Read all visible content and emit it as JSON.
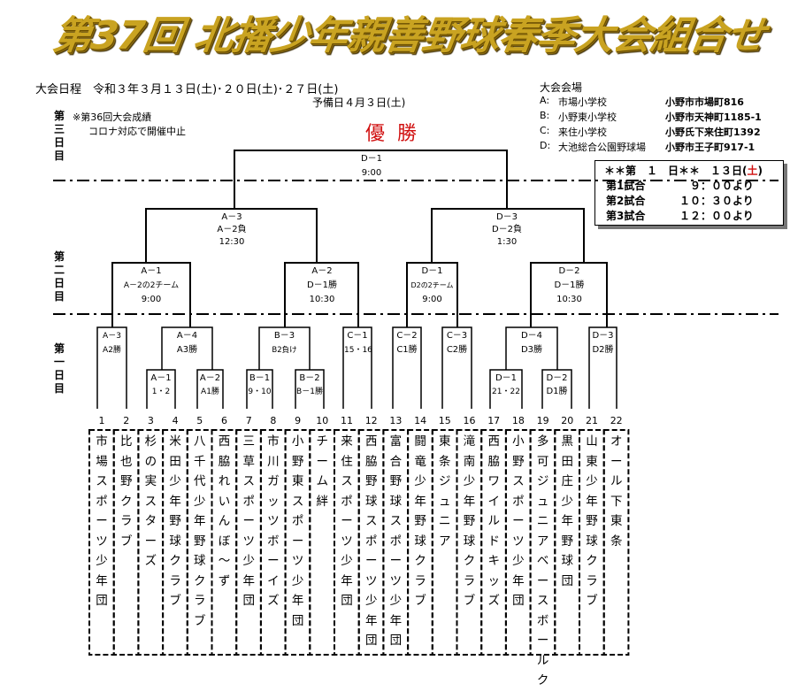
{
  "title": "第37回 北播少年親善野球春季大会組合せ",
  "schedule": {
    "dates": "大会日程　令和３年３月１３日(土)･２０日(土)･２７日(土)",
    "reserve": "予備日４月３日(土)"
  },
  "venues": {
    "header": "大会会場",
    "items": [
      {
        "code": "A:",
        "name": "市場小学校",
        "address": "小野市市場町816"
      },
      {
        "code": "B:",
        "name": "小野東小学校",
        "address": "小野市天神町1185-1"
      },
      {
        "code": "C:",
        "name": "来住小学校",
        "address": "小野氏下来住町1392"
      },
      {
        "code": "D:",
        "name": "大池総合公園野球場",
        "address": "小野市王子町917-1"
      }
    ]
  },
  "note": {
    "line1": "※第36回大会成績",
    "line2": "コロナ対応で開催中止"
  },
  "champion": "優勝",
  "day_labels": {
    "day3": "第三日目",
    "day2": "第二日目",
    "day1": "第一日目"
  },
  "info_box": {
    "header_pre": "＊＊第　１　日＊＊　１３日(",
    "header_sat": "土",
    "header_post": ")",
    "games": [
      {
        "label": "第1試合",
        "time": "　９：００より"
      },
      {
        "label": "第2試合",
        "time": "１０：３０より"
      },
      {
        "label": "第3試合",
        "time": "１２：００より"
      }
    ]
  },
  "matches": {
    "final": {
      "id": "D－1",
      "time": "9:00"
    },
    "a3": {
      "id": "A－3",
      "desc": "A－2負",
      "time": "12:30"
    },
    "d3": {
      "id": "D－3",
      "desc": "D－2負",
      "time": "1:30"
    },
    "a1r2": {
      "id": "A－1",
      "desc": "A－2の2チーム",
      "time": "9:00"
    },
    "a2r2": {
      "id": "A－2",
      "desc": "D－1勝",
      "time": "10:30"
    },
    "d1r2": {
      "id": "D－1",
      "desc": "D2の2チーム",
      "time": "9:00"
    },
    "d2r2": {
      "id": "D－2",
      "desc": "D－1勝",
      "time": "10:30"
    },
    "a3r1": {
      "id": "A－3",
      "desc": "A2勝"
    },
    "a4r1": {
      "id": "A－4",
      "desc": "A3勝"
    },
    "b3r1": {
      "id": "B－3",
      "desc": "B2負け"
    },
    "c1r1": {
      "id": "C－1",
      "desc": "15・16"
    },
    "c2r1": {
      "id": "C－2",
      "desc": "C1勝"
    },
    "c3r1": {
      "id": "C－3",
      "desc": "C2勝"
    },
    "d4r1": {
      "id": "D－4",
      "desc": "D3勝"
    },
    "d3r1": {
      "id": "D－3",
      "desc": "D2勝"
    },
    "a1r1": {
      "id": "A－1",
      "desc": "1・2"
    },
    "a2r1": {
      "id": "A－2",
      "desc": "A1勝"
    },
    "b1r1": {
      "id": "B－1",
      "desc": "9・10"
    },
    "b2r1": {
      "id": "B－2",
      "desc": "B－1勝"
    },
    "d1r1": {
      "id": "D－1",
      "desc": "21・22"
    },
    "d2r1": {
      "id": "D－2",
      "desc": "D1勝"
    }
  },
  "teams": [
    {
      "num": "1",
      "name": "市場スポーツ少年団"
    },
    {
      "num": "2",
      "name": "比也野クラブ"
    },
    {
      "num": "3",
      "name": "杉の実スターズ"
    },
    {
      "num": "4",
      "name": "米田少年野球クラブ"
    },
    {
      "num": "5",
      "name": "八千代少年野球クラブ"
    },
    {
      "num": "6",
      "name": "西脇れいんぼ～ず"
    },
    {
      "num": "7",
      "name": "三草スポーツ少年団"
    },
    {
      "num": "8",
      "name": "市川ガッツボーイズ"
    },
    {
      "num": "9",
      "name": "小野東スポーツ少年団"
    },
    {
      "num": "10",
      "name": "チーム絆"
    },
    {
      "num": "11",
      "name": "来住スポーツ少年団"
    },
    {
      "num": "12",
      "name": "西脇野球スポーツ少年団"
    },
    {
      "num": "13",
      "name": "富合野球スポーツ少年団"
    },
    {
      "num": "14",
      "name": "闘竜少年野球クラブ"
    },
    {
      "num": "15",
      "name": "東条ジュニア"
    },
    {
      "num": "16",
      "name": "滝南少年野球クラブ"
    },
    {
      "num": "17",
      "name": "西脇ワイルドキッズ"
    },
    {
      "num": "18",
      "name": "小野スポーツ少年団"
    },
    {
      "num": "19",
      "name": "多可ジュニアベースボールク"
    },
    {
      "num": "20",
      "name": "黒田庄少年野球団"
    },
    {
      "num": "21",
      "name": "山東少年野球クラブ"
    },
    {
      "num": "22",
      "name": "オール下東条"
    }
  ]
}
